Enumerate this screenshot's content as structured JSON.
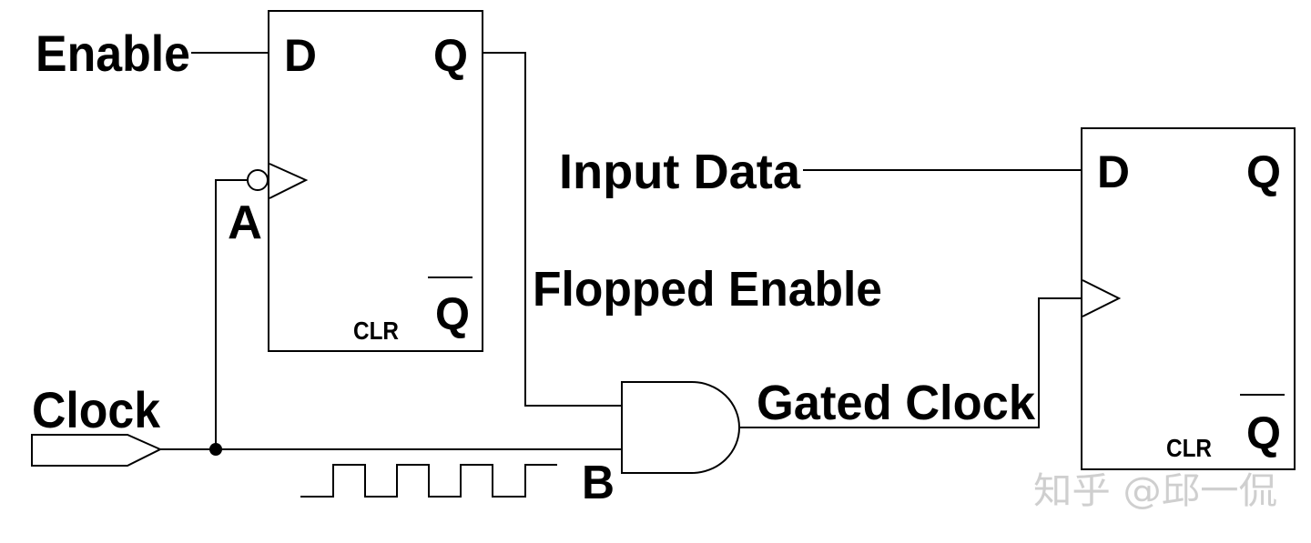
{
  "diagram": {
    "labels": {
      "enable": "Enable",
      "clock": "Clock",
      "input_data": "Input Data",
      "flopped_enable": "Flopped Enable",
      "gated_clock": "Gated Clock",
      "node_a": "A",
      "node_b": "B"
    },
    "flipflop1": {
      "d": "D",
      "q": "Q",
      "qbar": "Q",
      "clr": "CLR"
    },
    "flipflop2": {
      "d": "D",
      "q": "Q",
      "qbar": "Q",
      "clr": "CLR"
    },
    "watermark": "知乎 @邱一侃"
  }
}
